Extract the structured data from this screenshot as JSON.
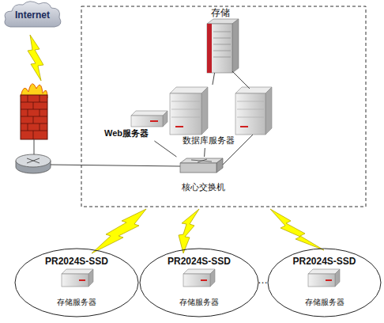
{
  "diagram": {
    "nodes": [
      {
        "text": [
          "Internet"
        ]
      },
      {
        "text": [
          "存储"
        ]
      },
      {
        "text": [
          "Web服务器"
        ]
      },
      {
        "text": [
          "数据库服务器"
        ]
      },
      {
        "text": [
          "核心交换机"
        ]
      },
      {
        "text": [
          "PR2024S-SSD",
          "存储服务器"
        ]
      },
      {
        "text": [
          "PR2024S-SSD",
          "存储服务器"
        ]
      },
      {
        "text": [
          "PR2024S-SSD",
          "存储服务器"
        ]
      }
    ],
    "edges": [
      {
        "from": 1,
        "to": 3,
        "arrow": "none"
      },
      {
        "from": 2,
        "to": 4,
        "arrow": "none"
      },
      {
        "from": 3,
        "to": 4,
        "arrow": "none"
      }
    ],
    "labels": [
      "…"
    ]
  }
}
